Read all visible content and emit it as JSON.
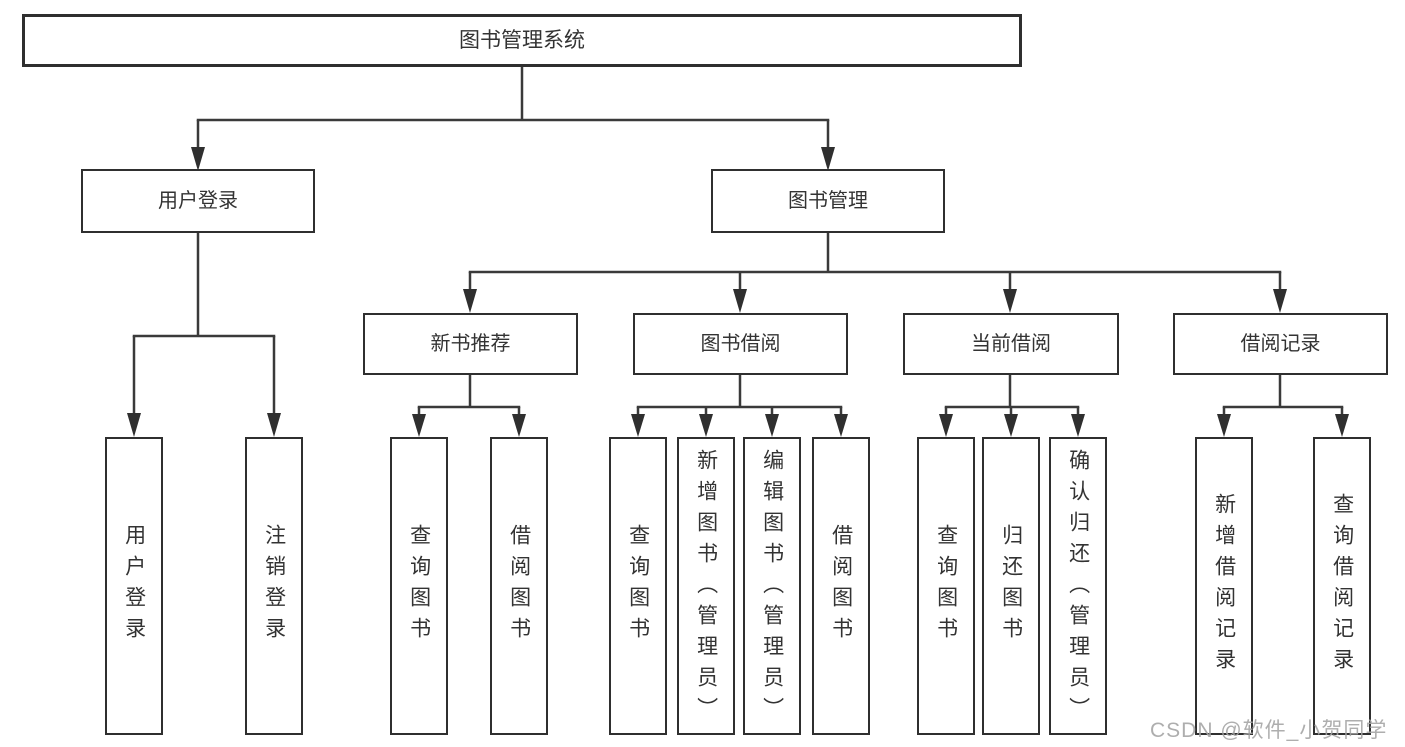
{
  "tree": {
    "label": "图书管理系统",
    "children": [
      {
        "label": "用户登录",
        "children": [
          {
            "label": "用户登录"
          },
          {
            "label": "注销登录"
          }
        ]
      },
      {
        "label": "图书管理",
        "children": [
          {
            "label": "新书推荐",
            "children": [
              {
                "label": "查询图书"
              },
              {
                "label": "借阅图书"
              }
            ]
          },
          {
            "label": "图书借阅",
            "children": [
              {
                "label": "查询图书"
              },
              {
                "label": "新增图书（管理员）"
              },
              {
                "label": "编辑图书（管理员）"
              },
              {
                "label": "借阅图书"
              }
            ]
          },
          {
            "label": "当前借阅",
            "children": [
              {
                "label": "查询图书"
              },
              {
                "label": "归还图书"
              },
              {
                "label": "确认归还（管理员）"
              }
            ]
          },
          {
            "label": "借阅记录",
            "children": [
              {
                "label": "新增借阅记录"
              },
              {
                "label": "查询借阅记录"
              }
            ]
          }
        ]
      }
    ]
  },
  "watermark": {
    "text": "CSDN @软件_小贺同学"
  },
  "colors": {
    "line": "#3a3a3a",
    "border": "#2f2f2f",
    "text": "#333333",
    "watermark": "#a5a5a5",
    "background": "#ffffff"
  }
}
